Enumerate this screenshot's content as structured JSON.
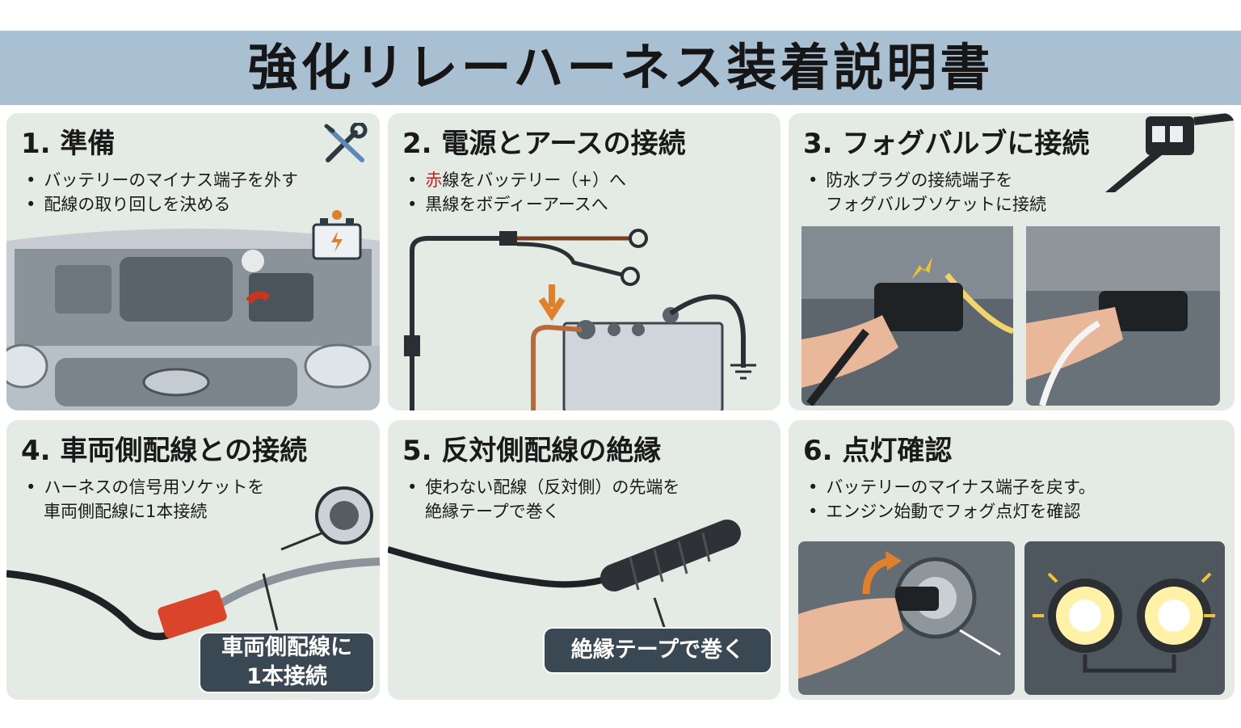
{
  "title": "強化リレーハーネス装着説明書",
  "steps": [
    {
      "heading": "1. 準備",
      "bullets": [
        "バッテリーのマイナス端子を外す",
        "配線の取り回しを決める"
      ]
    },
    {
      "heading": "2. 電源とアースの接続",
      "bullet1_red": "赤",
      "bullet1_rest": "線をバッテリー（+）へ",
      "bullet2": "黒線をボディーアースへ"
    },
    {
      "heading": "3. フォグバルブに接続",
      "bullet1": "防水プラグの接続端子を",
      "bullet1_cont": "フォグバルブソケットに接続"
    },
    {
      "heading": "4. 車両側配線との接続",
      "bullet1": "ハーネスの信号用ソケットを",
      "bullet1_cont": "車両側配線に1本接続",
      "callout_line1": "車両側配線に",
      "callout_line2": "1本接続"
    },
    {
      "heading": "5. 反対側配線の絶縁",
      "bullet1": "使わない配線（反対側）の先端を",
      "bullet1_cont": "絶縁テープで巻く",
      "callout": "絶縁テープで巻く"
    },
    {
      "heading": "6. 点灯確認",
      "bullets": [
        "バッテリーのマイナス端子を戻す。",
        "エンジン始動でフォグ点灯を確認"
      ]
    }
  ],
  "icons": [
    "wrench-screwdriver-icon",
    "battery-icon",
    "ground-icon",
    "spark-icon",
    "arrow-down-icon",
    "rotate-arrow-icon"
  ],
  "colors": {
    "title_bg": "#a9c0d3",
    "panel_bg": "#e3ebe4",
    "callout_bg": "#3a4854",
    "accent_orange": "#e0802a",
    "connector_red": "#d9442a"
  }
}
